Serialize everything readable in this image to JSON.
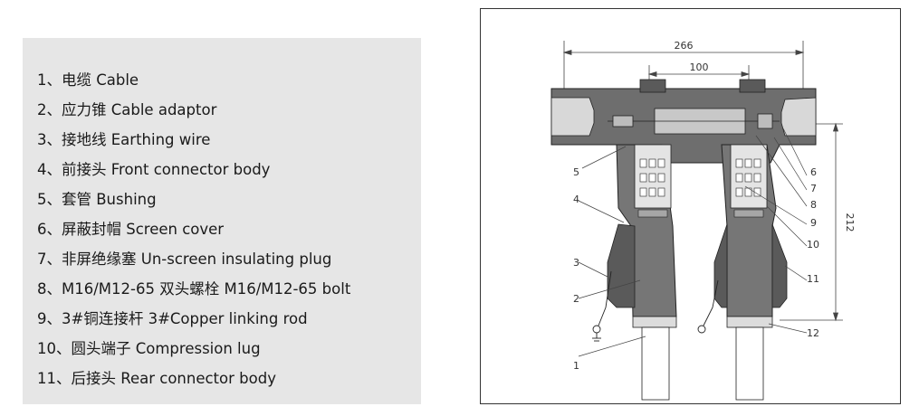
{
  "legend": [
    "1、电缆 Cable",
    "2、应力锥 Cable adaptor",
    "3、接地线 Earthing wire",
    "4、前接头 Front connector body",
    "5、套管 Bushing",
    "6、屏蔽封帽 Screen cover",
    "7、非屏绝缘塞 Un-screen insulating plug",
    "8、M16/M12-65 双头螺栓 M16/M12-65 bolt",
    "9、3#铜连接杆 3#Copper linking rod",
    "10、圆头端子 Compression lug",
    "11、后接头 Rear connector body"
  ],
  "drawing": {
    "dimensions": {
      "overall_width": "266",
      "pitch": "100",
      "height": "212"
    },
    "callouts": [
      "1",
      "2",
      "3",
      "4",
      "5",
      "6",
      "7",
      "8",
      "9",
      "10",
      "11",
      "12"
    ]
  }
}
